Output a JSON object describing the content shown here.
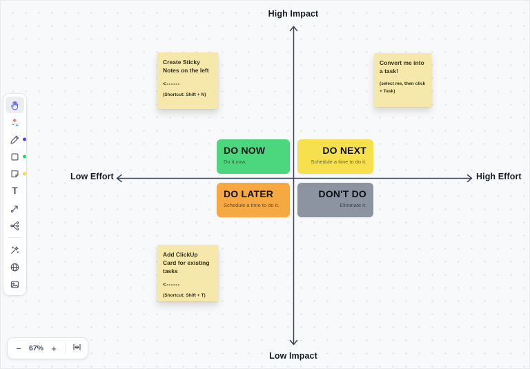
{
  "app": {
    "name": "whiteboard-canvas"
  },
  "axes": {
    "top": "High Impact",
    "bottom": "Low Impact",
    "left": "Low Effort",
    "right": "High Effort"
  },
  "quadrants": [
    {
      "id": "do-now",
      "title": "DO NOW",
      "subtitle": "Do it now.",
      "color": "#4CD77E",
      "align": "left"
    },
    {
      "id": "do-next",
      "title": "DO NEXT",
      "subtitle": "Schedule a time to do it.",
      "color": "#F7E04D",
      "align": "right"
    },
    {
      "id": "do-later",
      "title": "DO LATER",
      "subtitle": "Schedule a time to do it.",
      "color": "#F6A843",
      "align": "left"
    },
    {
      "id": "dont-do",
      "title": "DON'T DO",
      "subtitle": "Eliminate it.",
      "color": "#8C93A1",
      "align": "right"
    }
  ],
  "stickies": [
    {
      "id": "create-sticky-notes",
      "title": "Create Sticky Notes on the left",
      "arrow": "<------",
      "shortcut": "(Shortcut: Shift + N)"
    },
    {
      "id": "convert-to-task",
      "title": "Convert me into a task!",
      "note": "(select me, then click + Task)"
    },
    {
      "id": "add-clickup-card",
      "title": "Add ClickUp Card for existing tasks",
      "arrow": "<------",
      "shortcut": "(Shortcut: Shift + T)"
    }
  ],
  "toolbar": {
    "tools": [
      {
        "name": "hand",
        "icon": "hand-icon",
        "active": true
      },
      {
        "name": "templates",
        "icon": "templates-icon"
      },
      {
        "name": "marker",
        "icon": "marker-icon",
        "dot_color": "#4B3FE6"
      },
      {
        "name": "shape",
        "icon": "square-icon",
        "dot_color": "#2ED06E"
      },
      {
        "name": "sticky-note",
        "icon": "sticky-note-icon",
        "dot_color": "#F5D44A"
      },
      {
        "name": "text",
        "icon": "text-icon",
        "glyph": "T"
      },
      {
        "name": "connector",
        "icon": "connector-arrow-icon"
      },
      {
        "name": "mind-map",
        "icon": "mind-map-icon"
      },
      {
        "name": "ai",
        "icon": "magic-wand-icon"
      },
      {
        "name": "web",
        "icon": "globe-icon"
      },
      {
        "name": "media",
        "icon": "image-icon"
      }
    ]
  },
  "zoombar": {
    "zoom_out": "−",
    "zoom_level": "67%",
    "zoom_in": "+"
  },
  "colors": {
    "background": "#F8F9FB",
    "axis": "#394357",
    "sticky": "#F6E8AB",
    "selected_tool_bg": "#EBEDF1",
    "hand_icon": "#5E68E8"
  }
}
